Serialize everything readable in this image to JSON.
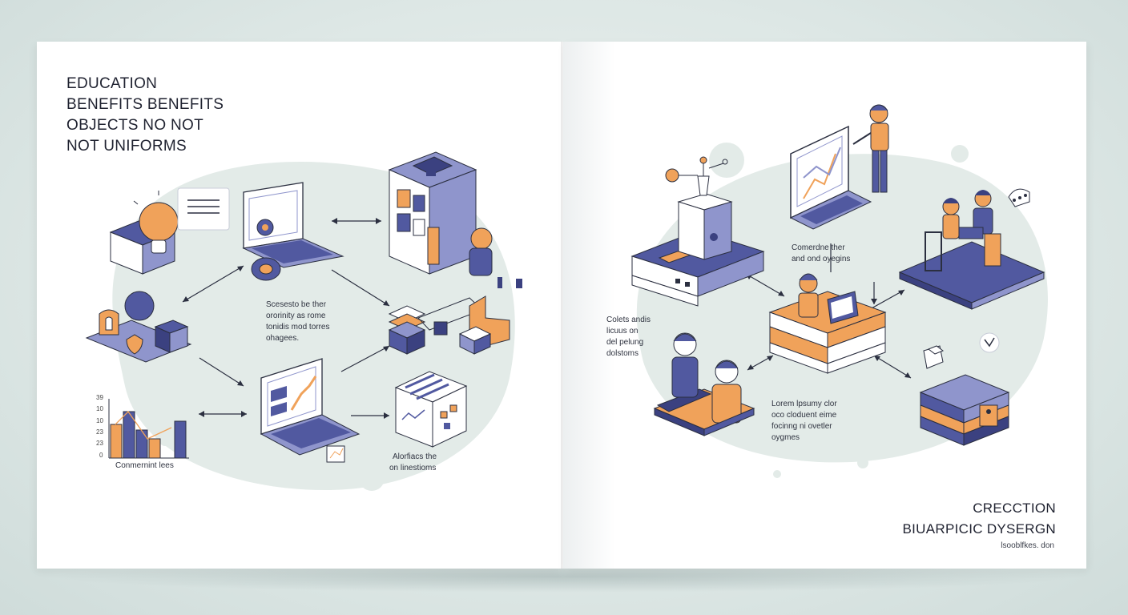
{
  "left_page": {
    "title_lines": [
      "EDUCATION",
      "BENEFITS BENEFITS",
      "OBJECTS NO NOT",
      "NOT UNIFORMS"
    ],
    "center_caption": [
      "Scesesto be ther",
      "ororinity as rome",
      "tonidis mod torres",
      "ohagees."
    ],
    "chart_caption": "Conmernint lees",
    "bottom_caption": [
      "Alorfiacs the",
      "on linestioms"
    ],
    "chart_ticks": [
      "39",
      "10",
      "10",
      "23",
      "23",
      "0"
    ]
  },
  "right_page": {
    "caption_top": [
      "Comerdne ther",
      "and ond oyegins"
    ],
    "caption_left": [
      "Colets andis",
      "licuus on",
      "del pelung",
      "dolstoms"
    ],
    "caption_bottom": [
      "Lorem lpsumy clor",
      "oco cloduent eime",
      "focinng ni ovetler",
      "oygmes"
    ],
    "title_lines": [
      "CRECCTION",
      "BIUARPICIC DYSERGN"
    ],
    "footnote": "lsooblfkes. don"
  },
  "colors": {
    "navy": "#5159a0",
    "navy_dark": "#3b4180",
    "lavender": "#8f95cc",
    "orange": "#f0a25a",
    "blob": "#e3ebe8",
    "line": "#2b2f40"
  }
}
